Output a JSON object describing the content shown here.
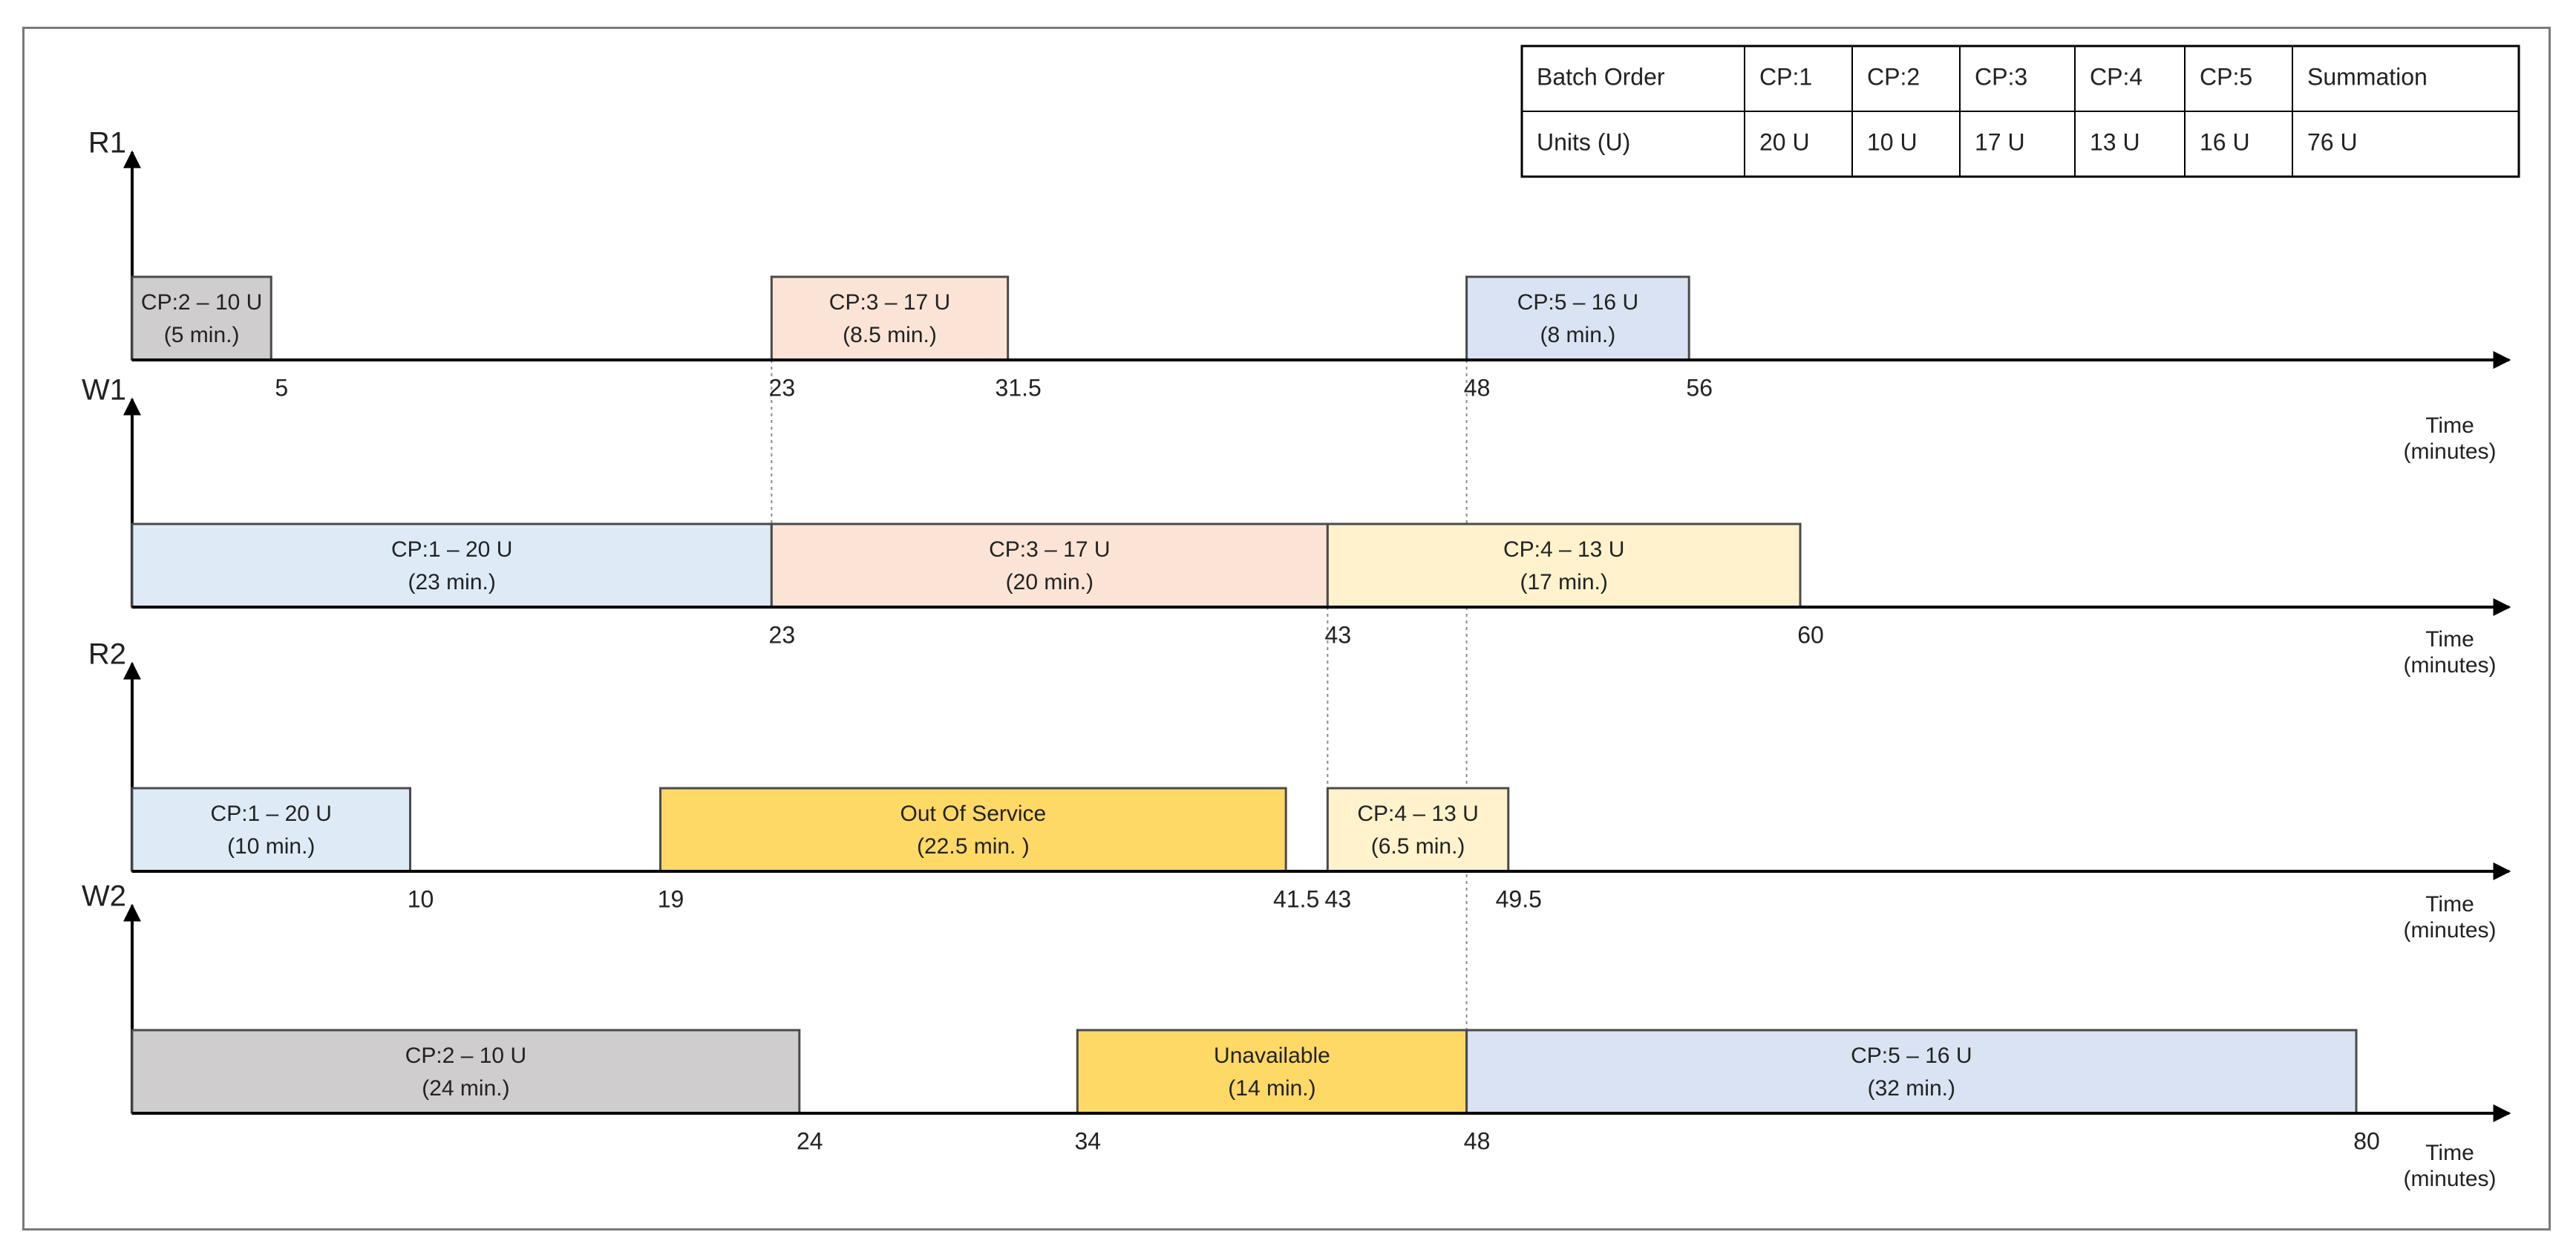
{
  "summary_table": {
    "header": [
      "Batch Order",
      "CP:1",
      "CP:2",
      "CP:3",
      "CP:4",
      "CP:5",
      "Summation"
    ],
    "row": [
      "Units (U)",
      "20 U",
      "10 U",
      "17 U",
      "13 U",
      "16 U",
      "76 U"
    ]
  },
  "axis_title_line1": "Time",
  "axis_title_line2": "(minutes)",
  "resources": [
    {
      "id": "R1",
      "tasks": [
        {
          "start": 0,
          "end": 5,
          "line1": "CP:2 – 10 U",
          "line2": "(5 min.)",
          "color": "#cfcdcd"
        },
        {
          "start": 23,
          "end": 31.5,
          "line1": "CP:3 – 17 U",
          "line2": "(8.5 min.)",
          "color": "#fbe4d6"
        },
        {
          "start": 48,
          "end": 56,
          "line1": "CP:5 – 16 U",
          "line2": "(8 min.)",
          "color": "#dae3f3"
        }
      ],
      "ticks": [
        "5",
        "23",
        "31.5",
        "48",
        "56"
      ]
    },
    {
      "id": "W1",
      "tasks": [
        {
          "start": 0,
          "end": 23,
          "line1": "CP:1 – 20 U",
          "line2": "(23 min.)",
          "color": "#deebf7"
        },
        {
          "start": 23,
          "end": 43,
          "line1": "CP:3 – 17 U",
          "line2": "(20 min.)",
          "color": "#fbe4d6"
        },
        {
          "start": 43,
          "end": 60,
          "line1": "CP:4 – 13 U",
          "line2": "(17 min.)",
          "color": "#fff2cc"
        }
      ],
      "ticks": [
        "23",
        "43",
        "60"
      ]
    },
    {
      "id": "R2",
      "tasks": [
        {
          "start": 0,
          "end": 10,
          "line1": "CP:1 – 20 U",
          "line2": "(10 min.)",
          "color": "#deebf7"
        },
        {
          "start": 19,
          "end": 41.5,
          "line1": "Out Of Service",
          "line2": "(22.5 min. )",
          "color": "#ffd966"
        },
        {
          "start": 43,
          "end": 49.5,
          "line1": "CP:4 – 13 U",
          "line2": "(6.5 min.)",
          "color": "#fff2cc"
        }
      ],
      "ticks": [
        "10",
        "19",
        "41.5",
        "43",
        "49.5"
      ]
    },
    {
      "id": "W2",
      "tasks": [
        {
          "start": 0,
          "end": 24,
          "line1": "CP:2 – 10 U",
          "line2": "(24 min.)",
          "color": "#cfcdcd"
        },
        {
          "start": 34,
          "end": 48,
          "line1": "Unavailable",
          "line2": "(14 min.)",
          "color": "#ffd966"
        },
        {
          "start": 48,
          "end": 80,
          "line1": "CP:5 – 16 U",
          "line2": "(32 min.)",
          "color": "#dae3f3"
        }
      ],
      "ticks": [
        "24",
        "34",
        "48",
        "80"
      ]
    }
  ],
  "colors": {
    "bar_border": "#4a4a4a",
    "axis": "#000000",
    "guide": "#8c8c8c"
  }
}
